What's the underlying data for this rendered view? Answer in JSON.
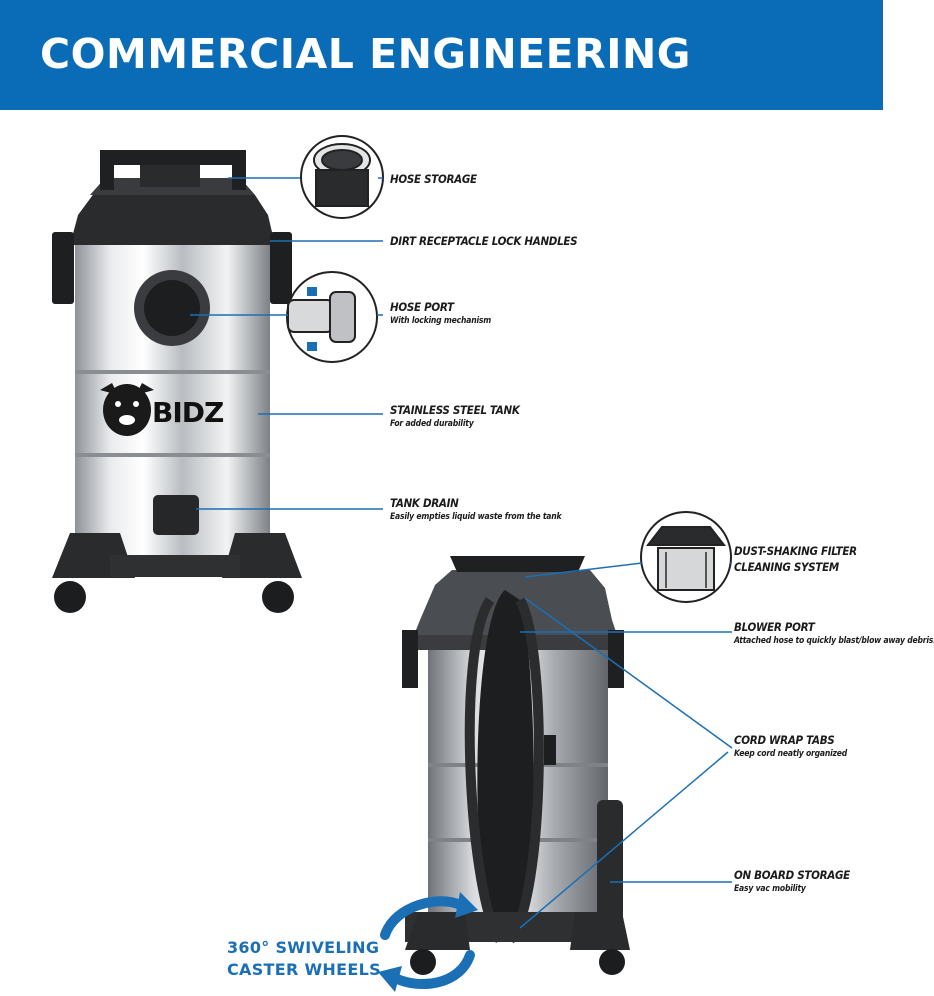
{
  "banner": {
    "title": "COMMERCIAL ENGINEERING",
    "color": "#0a6cb7"
  },
  "brand": {
    "logo_text": "BIDZ"
  },
  "callouts": [
    {
      "title": "HOSE STORAGE",
      "subtitle": ""
    },
    {
      "title": "DIRT RECEPTACLE LOCK HANDLES",
      "subtitle": ""
    },
    {
      "title": "HOSE PORT",
      "subtitle": "With locking mechanism"
    },
    {
      "title": "STAINLESS STEEL TANK",
      "subtitle": "For added durability"
    },
    {
      "title": "TANK DRAIN",
      "subtitle": "Easily empties liquid waste from the tank"
    },
    {
      "title": "DUST-SHAKING FILTER",
      "subtitle": "CLEANING SYSTEM"
    },
    {
      "title": "BLOWER PORT",
      "subtitle": "Attached hose to quickly blast/blow away debris."
    },
    {
      "title": "CORD WRAP TABS",
      "subtitle": "Keep cord neatly organized"
    },
    {
      "title": "ON BOARD STORAGE",
      "subtitle": "Easy vac mobility"
    }
  ],
  "caster": {
    "line1": "360° SWIVELING",
    "line2": "CASTER WHEELS"
  },
  "colors": {
    "accent": "#1b6fb5",
    "dark": "#2b2b2b",
    "steel": "#c9cccf"
  }
}
